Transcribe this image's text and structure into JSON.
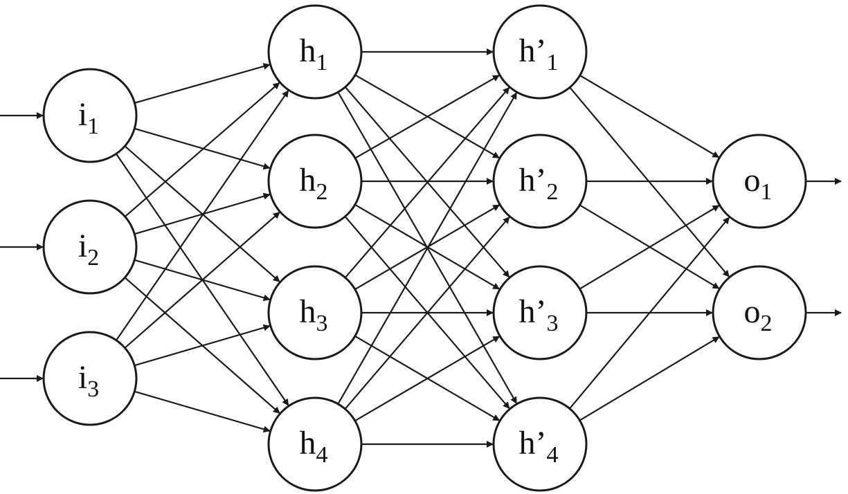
{
  "diagram": {
    "layers": [
      {
        "id": "input",
        "nodes": [
          {
            "id": "i1",
            "base": "i",
            "sub": "1"
          },
          {
            "id": "i2",
            "base": "i",
            "sub": "2"
          },
          {
            "id": "i3",
            "base": "i",
            "sub": "3"
          }
        ]
      },
      {
        "id": "hidden1",
        "nodes": [
          {
            "id": "h1",
            "base": "h",
            "sub": "1"
          },
          {
            "id": "h2",
            "base": "h",
            "sub": "2"
          },
          {
            "id": "h3",
            "base": "h",
            "sub": "3"
          },
          {
            "id": "h4",
            "base": "h",
            "sub": "4"
          }
        ]
      },
      {
        "id": "hidden2",
        "nodes": [
          {
            "id": "hp1",
            "base": "h’",
            "sub": "1"
          },
          {
            "id": "hp2",
            "base": "h’",
            "sub": "2"
          },
          {
            "id": "hp3",
            "base": "h’",
            "sub": "3"
          },
          {
            "id": "hp4",
            "base": "h’",
            "sub": "4"
          }
        ]
      },
      {
        "id": "output",
        "nodes": [
          {
            "id": "o1",
            "base": "o",
            "sub": "1"
          },
          {
            "id": "o2",
            "base": "o",
            "sub": "2"
          }
        ]
      }
    ],
    "connectivity": "fully-connected",
    "input_arrows": true,
    "output_arrows": true,
    "colors": {
      "stroke": "#1a1a1a",
      "fill": "#ffffff",
      "text": "#111111"
    }
  }
}
